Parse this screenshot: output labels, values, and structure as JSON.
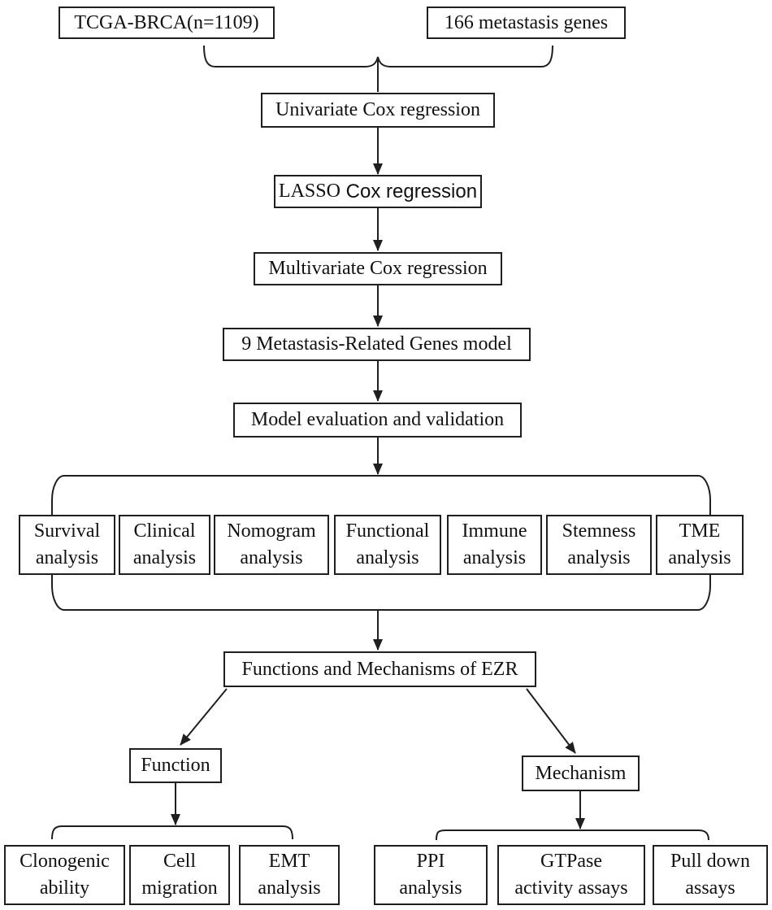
{
  "colors": {
    "line": "#1f1f1f",
    "box_border": "#1f1f1f",
    "text": "#111111",
    "background": "#ffffff"
  },
  "nodes": {
    "tcga": "TCGA-BRCA(n=1109)",
    "metastasis_genes": "166 metastasis genes",
    "univariate": "Univariate Cox regression",
    "lasso_serif": "LASSO",
    "lasso_sans": "Cox regression",
    "multivariate": "Multivariate Cox regression",
    "mrg_model": "9 Metastasis-Related Genes model",
    "evaluation": "Model evaluation and validation",
    "ezr": "Functions and Mechanisms of EZR",
    "function": "Function",
    "mechanism": "Mechanism"
  },
  "analysis_row": [
    {
      "line1": "Survival",
      "line2": "analysis"
    },
    {
      "line1": "Clinical",
      "line2": "analysis"
    },
    {
      "line1": "Nomogram",
      "line2": "analysis"
    },
    {
      "line1": "Functional",
      "line2": "analysis"
    },
    {
      "line1": "Immune",
      "line2": "analysis"
    },
    {
      "line1": "Stemness",
      "line2": "analysis"
    },
    {
      "line1": "TME",
      "line2": "analysis"
    }
  ],
  "function_row": [
    {
      "line1": "Clonogenic",
      "line2": "ability"
    },
    {
      "line1": "Cell",
      "line2": "migration"
    },
    {
      "line1": "EMT",
      "line2": "analysis"
    }
  ],
  "mechanism_row": [
    {
      "line1": "PPI",
      "line2": "analysis"
    },
    {
      "line1": "GTPase",
      "line2": "activity assays"
    },
    {
      "line1": "Pull down",
      "line2": "assays"
    }
  ]
}
